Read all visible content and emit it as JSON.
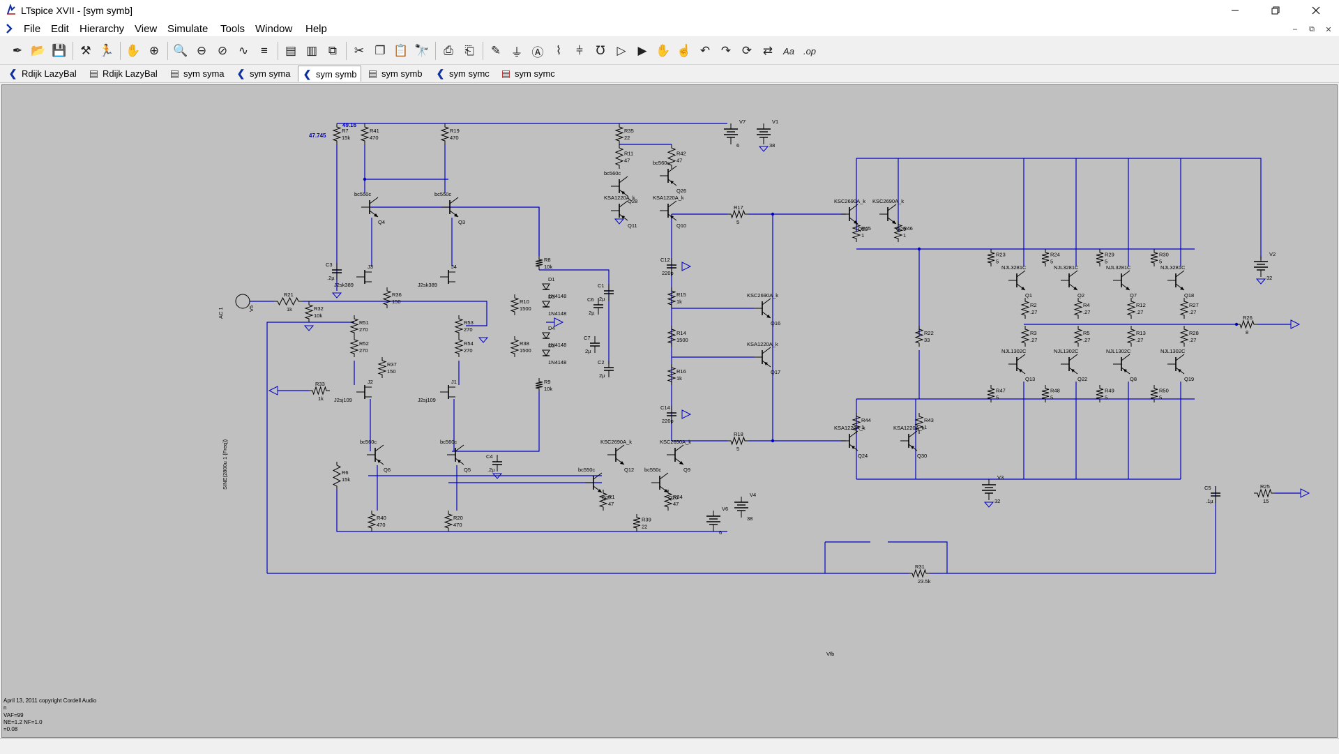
{
  "window": {
    "title": "LTspice XVII - [sym symb]",
    "minimize_icon": "minimize-icon",
    "restore_icon": "restore-icon",
    "close_icon": "close-icon"
  },
  "menu": [
    "File",
    "Edit",
    "Hierarchy",
    "View",
    "Simulate",
    "Tools",
    "Window",
    "Help"
  ],
  "toolbar_icons": [
    "new-schematic-icon",
    "open-icon",
    "save-icon",
    "control-panel-icon",
    "run-icon",
    "halt-icon",
    "zoom-in-icon",
    "pan-icon",
    "zoom-out-icon",
    "zoom-fit-icon",
    "autorange-icon",
    "visible-traces-icon",
    "tile-horizontal-icon",
    "tile-vertical-icon",
    "cascade-icon",
    "cut-icon",
    "copy-icon",
    "paste-icon",
    "find-icon",
    "print-icon",
    "print-preview-icon",
    "draw-wire-icon",
    "ground-icon",
    "label-net-icon",
    "resistor-icon",
    "capacitor-icon",
    "inductor-icon",
    "diode-icon",
    "component-icon",
    "move-icon",
    "drag-icon",
    "undo-icon",
    "redo-icon",
    "rotate-icon",
    "mirror-icon",
    "text-icon",
    "spice-directive-icon"
  ],
  "tabs": [
    {
      "label": "Rdijk LazyBal",
      "kind": "schematic",
      "active": false
    },
    {
      "label": "Rdijk LazyBal",
      "kind": "plot",
      "active": false
    },
    {
      "label": "sym syma",
      "kind": "plot",
      "active": false
    },
    {
      "label": "sym syma",
      "kind": "schematic",
      "active": false
    },
    {
      "label": "sym symb",
      "kind": "schematic",
      "active": true
    },
    {
      "label": "sym symb",
      "kind": "plot",
      "active": false
    },
    {
      "label": "sym symc",
      "kind": "schematic",
      "active": false
    },
    {
      "label": "sym symc",
      "kind": "plot",
      "active": false
    }
  ],
  "colors": {
    "wire": "#0000c8",
    "canvas": "#c0c0c0",
    "component": "#000000"
  },
  "schematic": {
    "node_labels": [
      "47.745",
      "49.16"
    ],
    "resistors": [
      {
        "ref": "R7",
        "value": "15k"
      },
      {
        "ref": "R41",
        "value": "470"
      },
      {
        "ref": "R19",
        "value": "470"
      },
      {
        "ref": "R35",
        "value": "22"
      },
      {
        "ref": "R11",
        "value": "47"
      },
      {
        "ref": "R42",
        "value": "47"
      },
      {
        "ref": "R17",
        "value": "5"
      },
      {
        "ref": "R45",
        "value": "1"
      },
      {
        "ref": "R46",
        "value": "1"
      },
      {
        "ref": "R8",
        "value": "10k"
      },
      {
        "ref": "R36",
        "value": "150"
      },
      {
        "ref": "R21",
        "value": "1k"
      },
      {
        "ref": "R32",
        "value": "10k"
      },
      {
        "ref": "R51",
        "value": "270"
      },
      {
        "ref": "R52",
        "value": "270"
      },
      {
        "ref": "R53",
        "value": "270"
      },
      {
        "ref": "R54",
        "value": "270"
      },
      {
        "ref": "R10",
        "value": "1500"
      },
      {
        "ref": "R38",
        "value": "1500"
      },
      {
        "ref": "R37",
        "value": "150"
      },
      {
        "ref": "R9",
        "value": "10k"
      },
      {
        "ref": "R33",
        "value": "1k"
      },
      {
        "ref": "R15",
        "value": "1k"
      },
      {
        "ref": "R14",
        "value": "1500"
      },
      {
        "ref": "R16",
        "value": "1k"
      },
      {
        "ref": "R18",
        "value": "5"
      },
      {
        "ref": "R23",
        "value": "5"
      },
      {
        "ref": "R24",
        "value": "5"
      },
      {
        "ref": "R29",
        "value": "5"
      },
      {
        "ref": "R30",
        "value": "5"
      },
      {
        "ref": "R2",
        "value": ".27"
      },
      {
        "ref": "R4",
        "value": ".27"
      },
      {
        "ref": "R12",
        "value": ".27"
      },
      {
        "ref": "R27",
        "value": ".27"
      },
      {
        "ref": "R3",
        "value": ".27"
      },
      {
        "ref": "R5",
        "value": ".27"
      },
      {
        "ref": "R13",
        "value": ".27"
      },
      {
        "ref": "R28",
        "value": ".27"
      },
      {
        "ref": "R26",
        "value": "8"
      },
      {
        "ref": "R22",
        "value": "33"
      },
      {
        "ref": "R47",
        "value": "5"
      },
      {
        "ref": "R48",
        "value": "5"
      },
      {
        "ref": "R49",
        "value": "5"
      },
      {
        "ref": "R50",
        "value": "5"
      },
      {
        "ref": "R44",
        "value": "1"
      },
      {
        "ref": "R43",
        "value": "1"
      },
      {
        "ref": "R6",
        "value": "15k"
      },
      {
        "ref": "R1",
        "value": "47"
      },
      {
        "ref": "R34",
        "value": "47"
      },
      {
        "ref": "R40",
        "value": "470"
      },
      {
        "ref": "R20",
        "value": "470"
      },
      {
        "ref": "R39",
        "value": "22"
      },
      {
        "ref": "R25",
        "value": "15"
      },
      {
        "ref": "R31",
        "value": "23.5k"
      }
    ],
    "capacitors": [
      {
        "ref": "C3",
        "value": ".2µ"
      },
      {
        "ref": "C1",
        "value": "2µ"
      },
      {
        "ref": "C6",
        "value": "2µ"
      },
      {
        "ref": "C7",
        "value": "2µ"
      },
      {
        "ref": "C2",
        "value": "2µ"
      },
      {
        "ref": "C12",
        "value": "220p"
      },
      {
        "ref": "C14",
        "value": "220p"
      },
      {
        "ref": "C4",
        "value": ".2µ"
      },
      {
        "ref": "C5",
        "value": ".1µ"
      }
    ],
    "transistors": [
      {
        "ref": "Q4",
        "model": "bc550c"
      },
      {
        "ref": "Q3",
        "model": "bc550c"
      },
      {
        "ref": "Q28",
        "model": "bc560c"
      },
      {
        "ref": "Q26",
        "model": "bc560c"
      },
      {
        "ref": "Q11",
        "model": "KSA1220A_k"
      },
      {
        "ref": "Q10",
        "model": "KSA1220A_k"
      },
      {
        "ref": "Q23",
        "model": "KSC2690A_k"
      },
      {
        "ref": "Q29",
        "model": "KSC2690A_k"
      },
      {
        "ref": "Q16",
        "model": "KSC2690A_k"
      },
      {
        "ref": "Q17",
        "model": "KSA1220A_k"
      },
      {
        "ref": "Q1",
        "model": "NJL3281C"
      },
      {
        "ref": "Q2",
        "model": "NJL3281C"
      },
      {
        "ref": "Q7",
        "model": "NJL3281C"
      },
      {
        "ref": "Q18",
        "model": "NJL3281C"
      },
      {
        "ref": "Q13",
        "model": "NJL1302C"
      },
      {
        "ref": "Q22",
        "model": "NJL1302C"
      },
      {
        "ref": "Q8",
        "model": "NJL1302C"
      },
      {
        "ref": "Q19",
        "model": "NJL1302C"
      },
      {
        "ref": "Q24",
        "model": "KSA1220A_k"
      },
      {
        "ref": "Q30",
        "model": "KSA1220A_k"
      },
      {
        "ref": "Q6",
        "model": "bc560c"
      },
      {
        "ref": "Q5",
        "model": "bc560c"
      },
      {
        "ref": "Q12",
        "model": "KSC2690A_k"
      },
      {
        "ref": "Q9",
        "model": "KSC2690A_k"
      },
      {
        "ref": "Q27",
        "model": "bc550c"
      },
      {
        "ref": "Q20",
        "model": "bc550c"
      }
    ],
    "jfets": [
      {
        "ref": "J3",
        "model": "J2sk389"
      },
      {
        "ref": "J4",
        "model": "J2sk389"
      },
      {
        "ref": "J2",
        "model": "J2sj109"
      },
      {
        "ref": "J1",
        "model": "J2sj109"
      }
    ],
    "diodes": [
      {
        "ref": "D1",
        "model": "1N4148"
      },
      {
        "ref": "D3",
        "model": "1N4148"
      },
      {
        "ref": "D4",
        "model": "1N4148"
      },
      {
        "ref": "D2",
        "model": "1N4148"
      }
    ],
    "sources": [
      {
        "ref": "V7",
        "value": "6"
      },
      {
        "ref": "V1",
        "value": "38"
      },
      {
        "ref": "V2",
        "value": "32"
      },
      {
        "ref": "V3",
        "value": "32"
      },
      {
        "ref": "V4",
        "value": "38"
      },
      {
        "ref": "V6",
        "value": "6"
      },
      {
        "ref": "V5",
        "value": "AC 1"
      }
    ],
    "source_function": "SINE(2800u 1 {Freq})",
    "net_labels": [
      "Vfb"
    ],
    "footer_text": [
      "April 13, 2011 copyright Cordell Audio",
      "n",
      "VAF=99",
      "NE=1.2 NF=1.0",
      "=0.08"
    ]
  }
}
